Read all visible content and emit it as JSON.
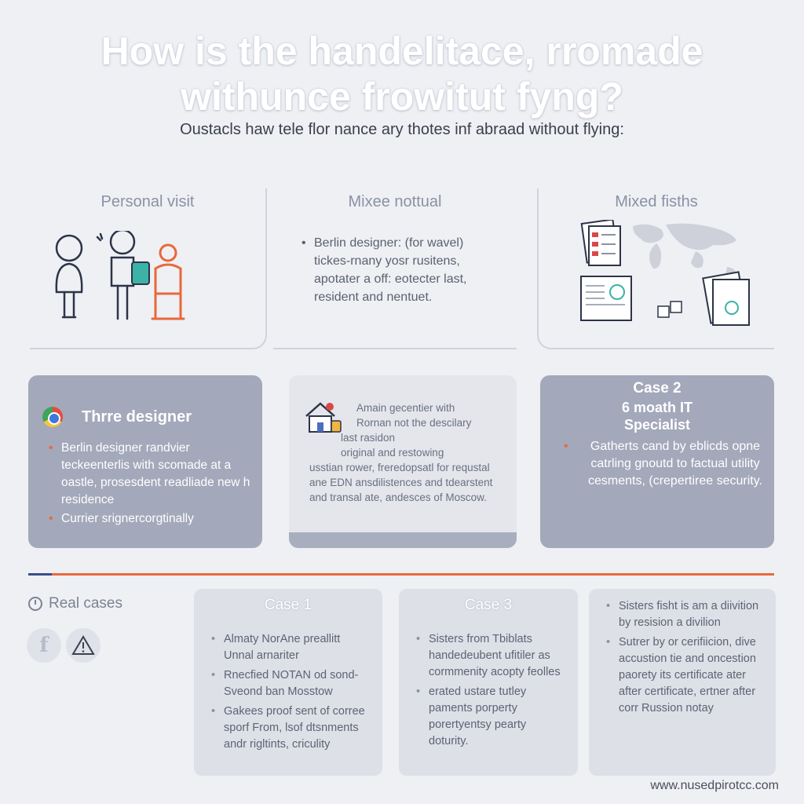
{
  "header": {
    "title_line1": "How is the handelitace, rromade",
    "title_line2": "withunce frowitut fyng?",
    "subtitle": "Oustacls haw tele flor nance ary thotes inf abraad without flying:"
  },
  "top_panels": {
    "personal_visit": {
      "heading": "Personal visit"
    },
    "mixed_notual": {
      "heading": "Mixee nottual",
      "text": "Berlin designer: (for wavel) tickes-rnany yosr rusitens, apotater a off: eotecter last, resident and nentuet."
    },
    "mixed_fisths": {
      "heading": "Mixed fisths"
    }
  },
  "middle_cards": {
    "designer": {
      "title": "Thrre designer",
      "items": [
        "Berlin designer randvier teckeenterlis with scomade at a oastle, prosesdent readliade new h residence",
        "Currier srignercorgtinally"
      ]
    },
    "middle": {
      "lines": [
        "Amain gecentier with",
        "Rornan not the descilary",
        "last rasidon",
        "original and restowing",
        "usstian rower, freredopsatl for requstal ane EDN ansdilistences and tdearstent and transal ate, andesces of Moscow."
      ]
    },
    "case2": {
      "title": "Case 2",
      "subtitle_line1": "6 moath IT",
      "subtitle_line2": "Specialist",
      "items": [
        "Gatherts cand by eblicds opne catrling gnoutd to factual utility cesments, (crepertiree security."
      ]
    }
  },
  "sidebar": {
    "real_cases_label": "Real cases"
  },
  "cases": {
    "case1": {
      "title": "Case 1",
      "items": [
        "Almaty NorAne preallitt Unnal arnariter",
        "Rnecfied NOTAN od sond- Sveond ban Mosstow",
        "Gakees proof sent of corree sporf From, lsof dtsnments andr rigltints, criculity"
      ]
    },
    "case3": {
      "title": "Case 3",
      "items": [
        "Sisters from Tbiblats handedeubent ufitiler as cormmenity acopty feolles",
        "erated ustare tutley paments porperty porertyentsy pearty doturity."
      ]
    },
    "case4": {
      "items": [
        "Sisters fisht is am a diivition by resision a divilion",
        "Sutrer by or cerifiicion, dive accustion tie and oncestion paorety its certificate ater after certificate, ertner after corr Russion notay"
      ]
    }
  },
  "footer": {
    "url": "www.nusedpirotcc.com"
  },
  "icons": [
    "people-illustration",
    "house-icon",
    "documents-world-map-illustration",
    "chrome-icon",
    "clock-icon",
    "facebook-icon",
    "warning-icon"
  ],
  "colors": {
    "accent_orange": "#e86a3c",
    "card_gray": "#a3a8ba",
    "navy": "#3c4d8a"
  }
}
